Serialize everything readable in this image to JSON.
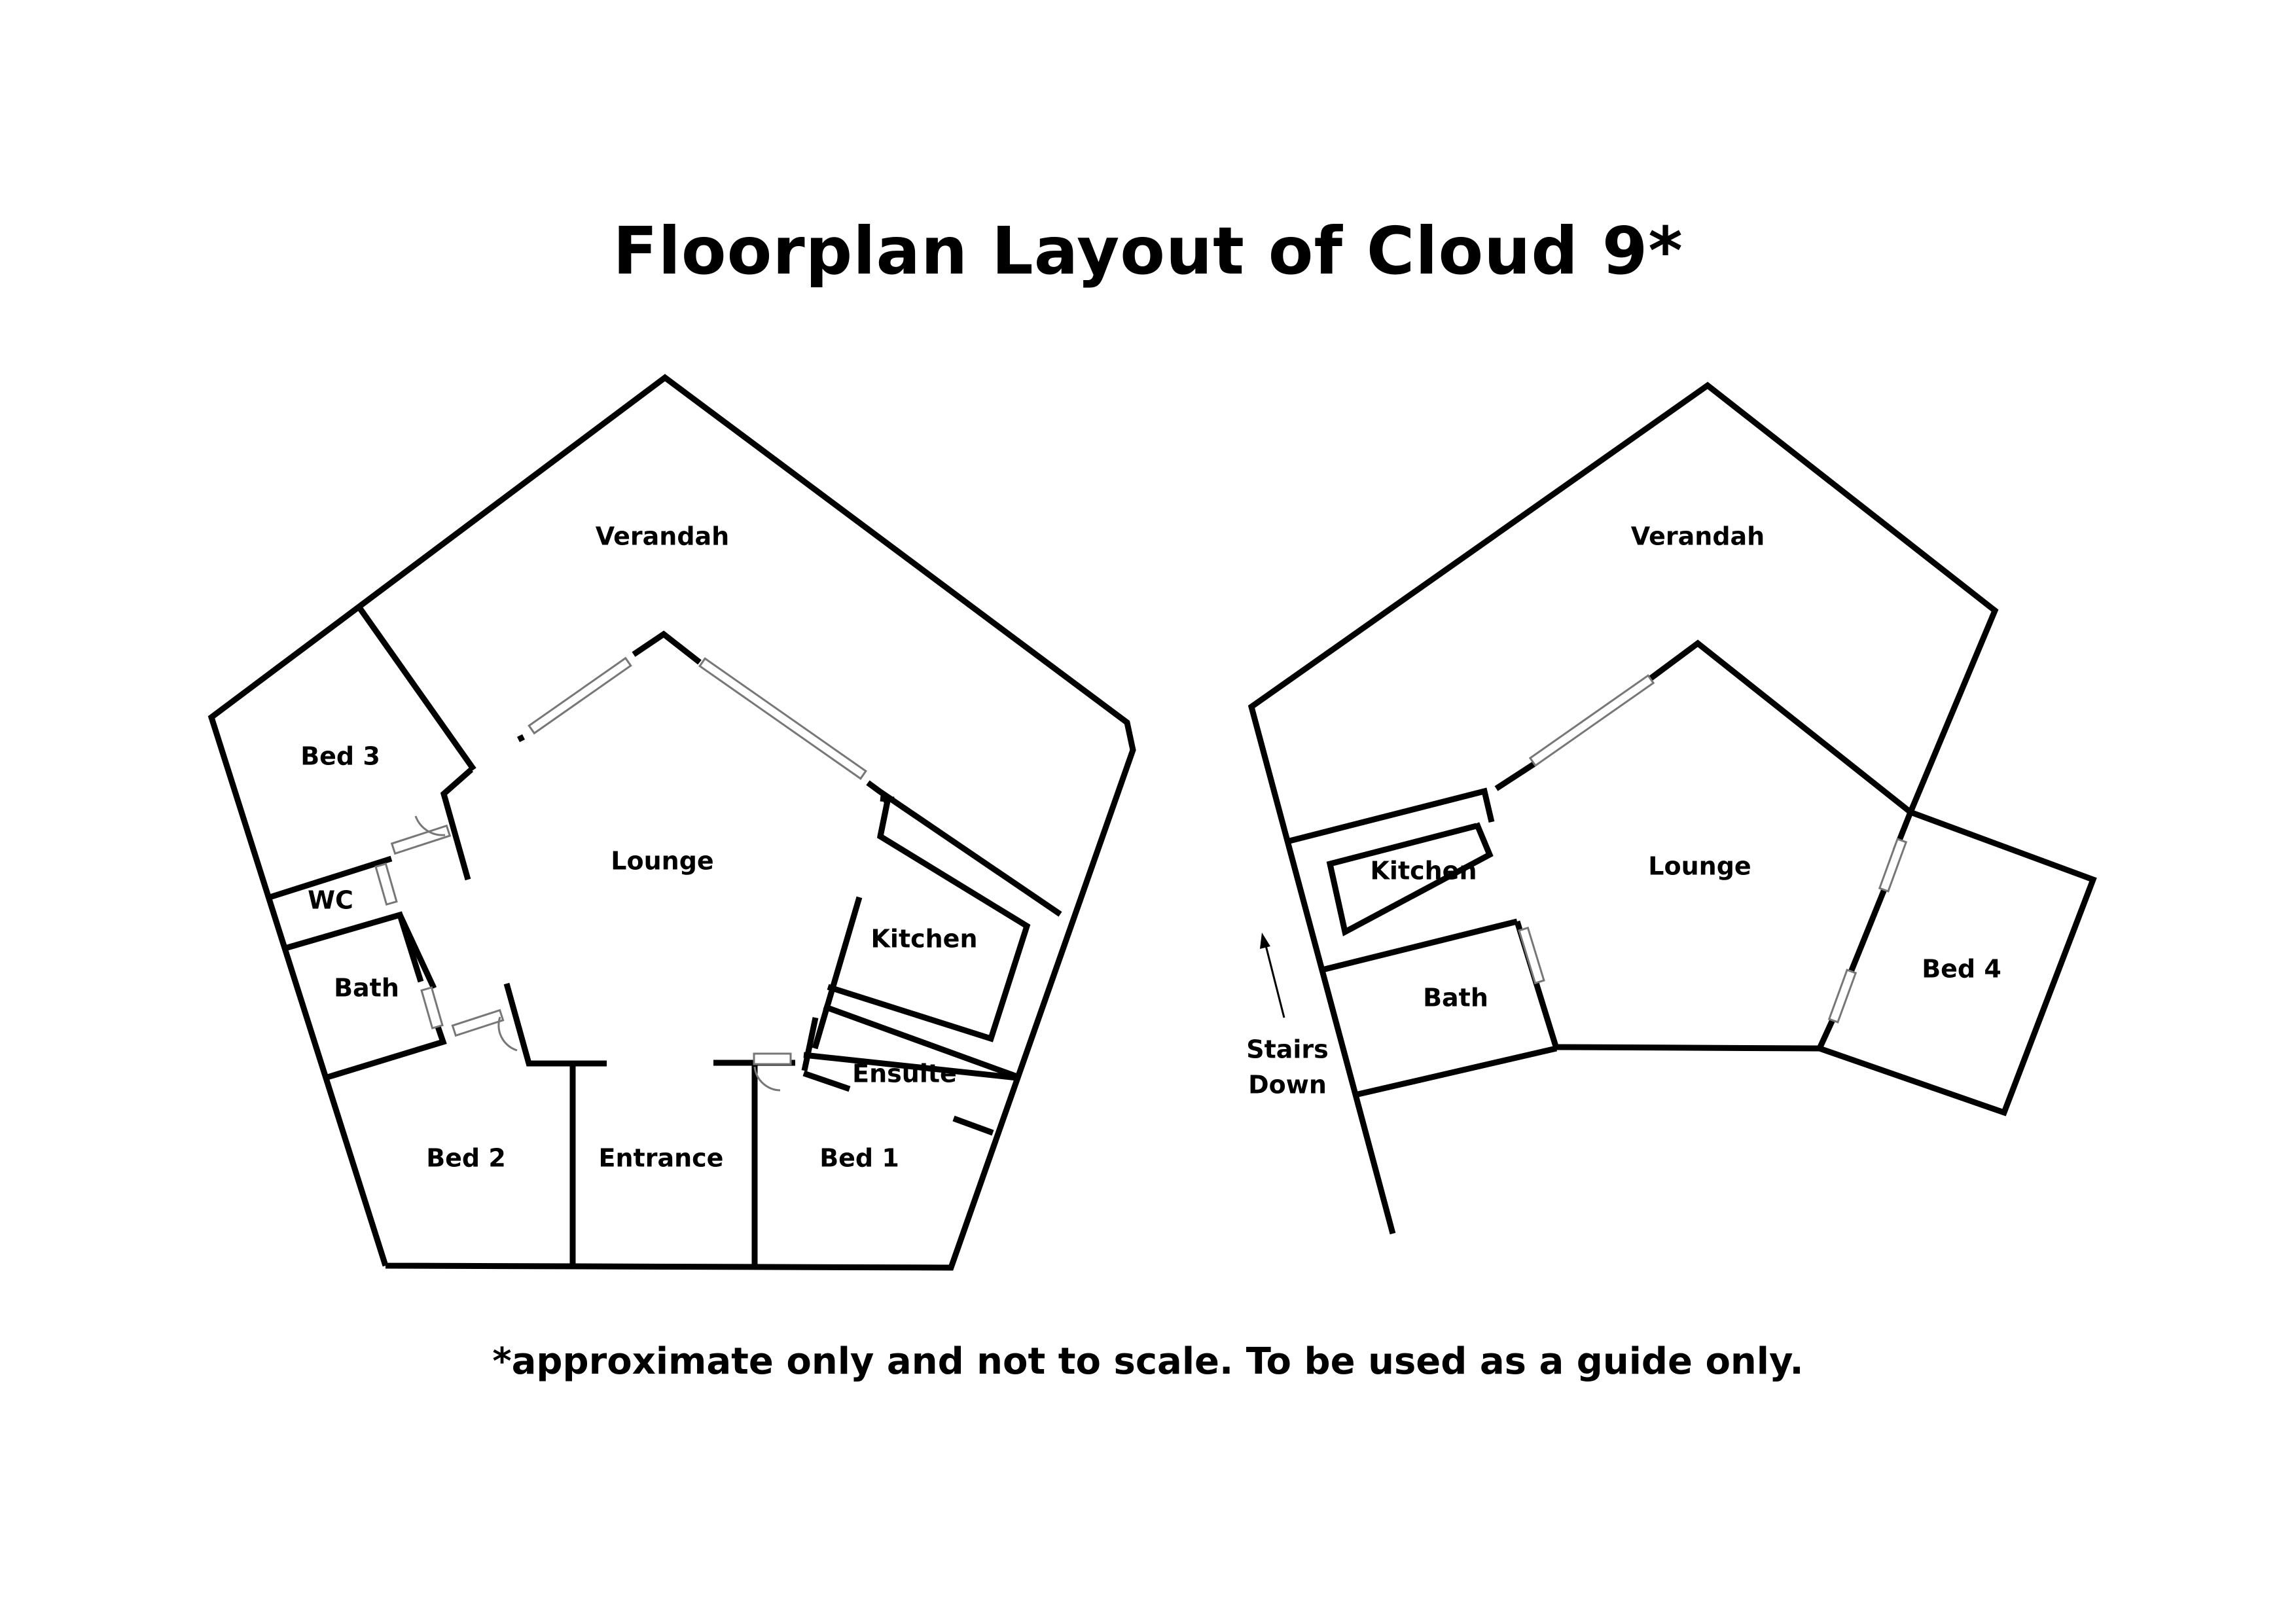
{
  "title": "Floorplan Layout of Cloud 9*",
  "footnote": "*approximate only and not to scale. To be used as a guide only.",
  "plan_left": {
    "rooms": {
      "verandah": "Verandah",
      "bed3": "Bed 3",
      "lounge": "Lounge",
      "kitchen": "Kitchen",
      "wc": "WC",
      "bath": "Bath",
      "ensuite": "Ensuite",
      "bed2": "Bed 2",
      "entrance": "Entrance",
      "bed1": "Bed 1"
    }
  },
  "plan_right": {
    "rooms": {
      "verandah": "Verandah",
      "kitchen": "Kitchen",
      "lounge": "Lounge",
      "bath": "Bath",
      "bed4": "Bed 4",
      "stairs_line1": "Stairs",
      "stairs_line2": "Down"
    }
  }
}
